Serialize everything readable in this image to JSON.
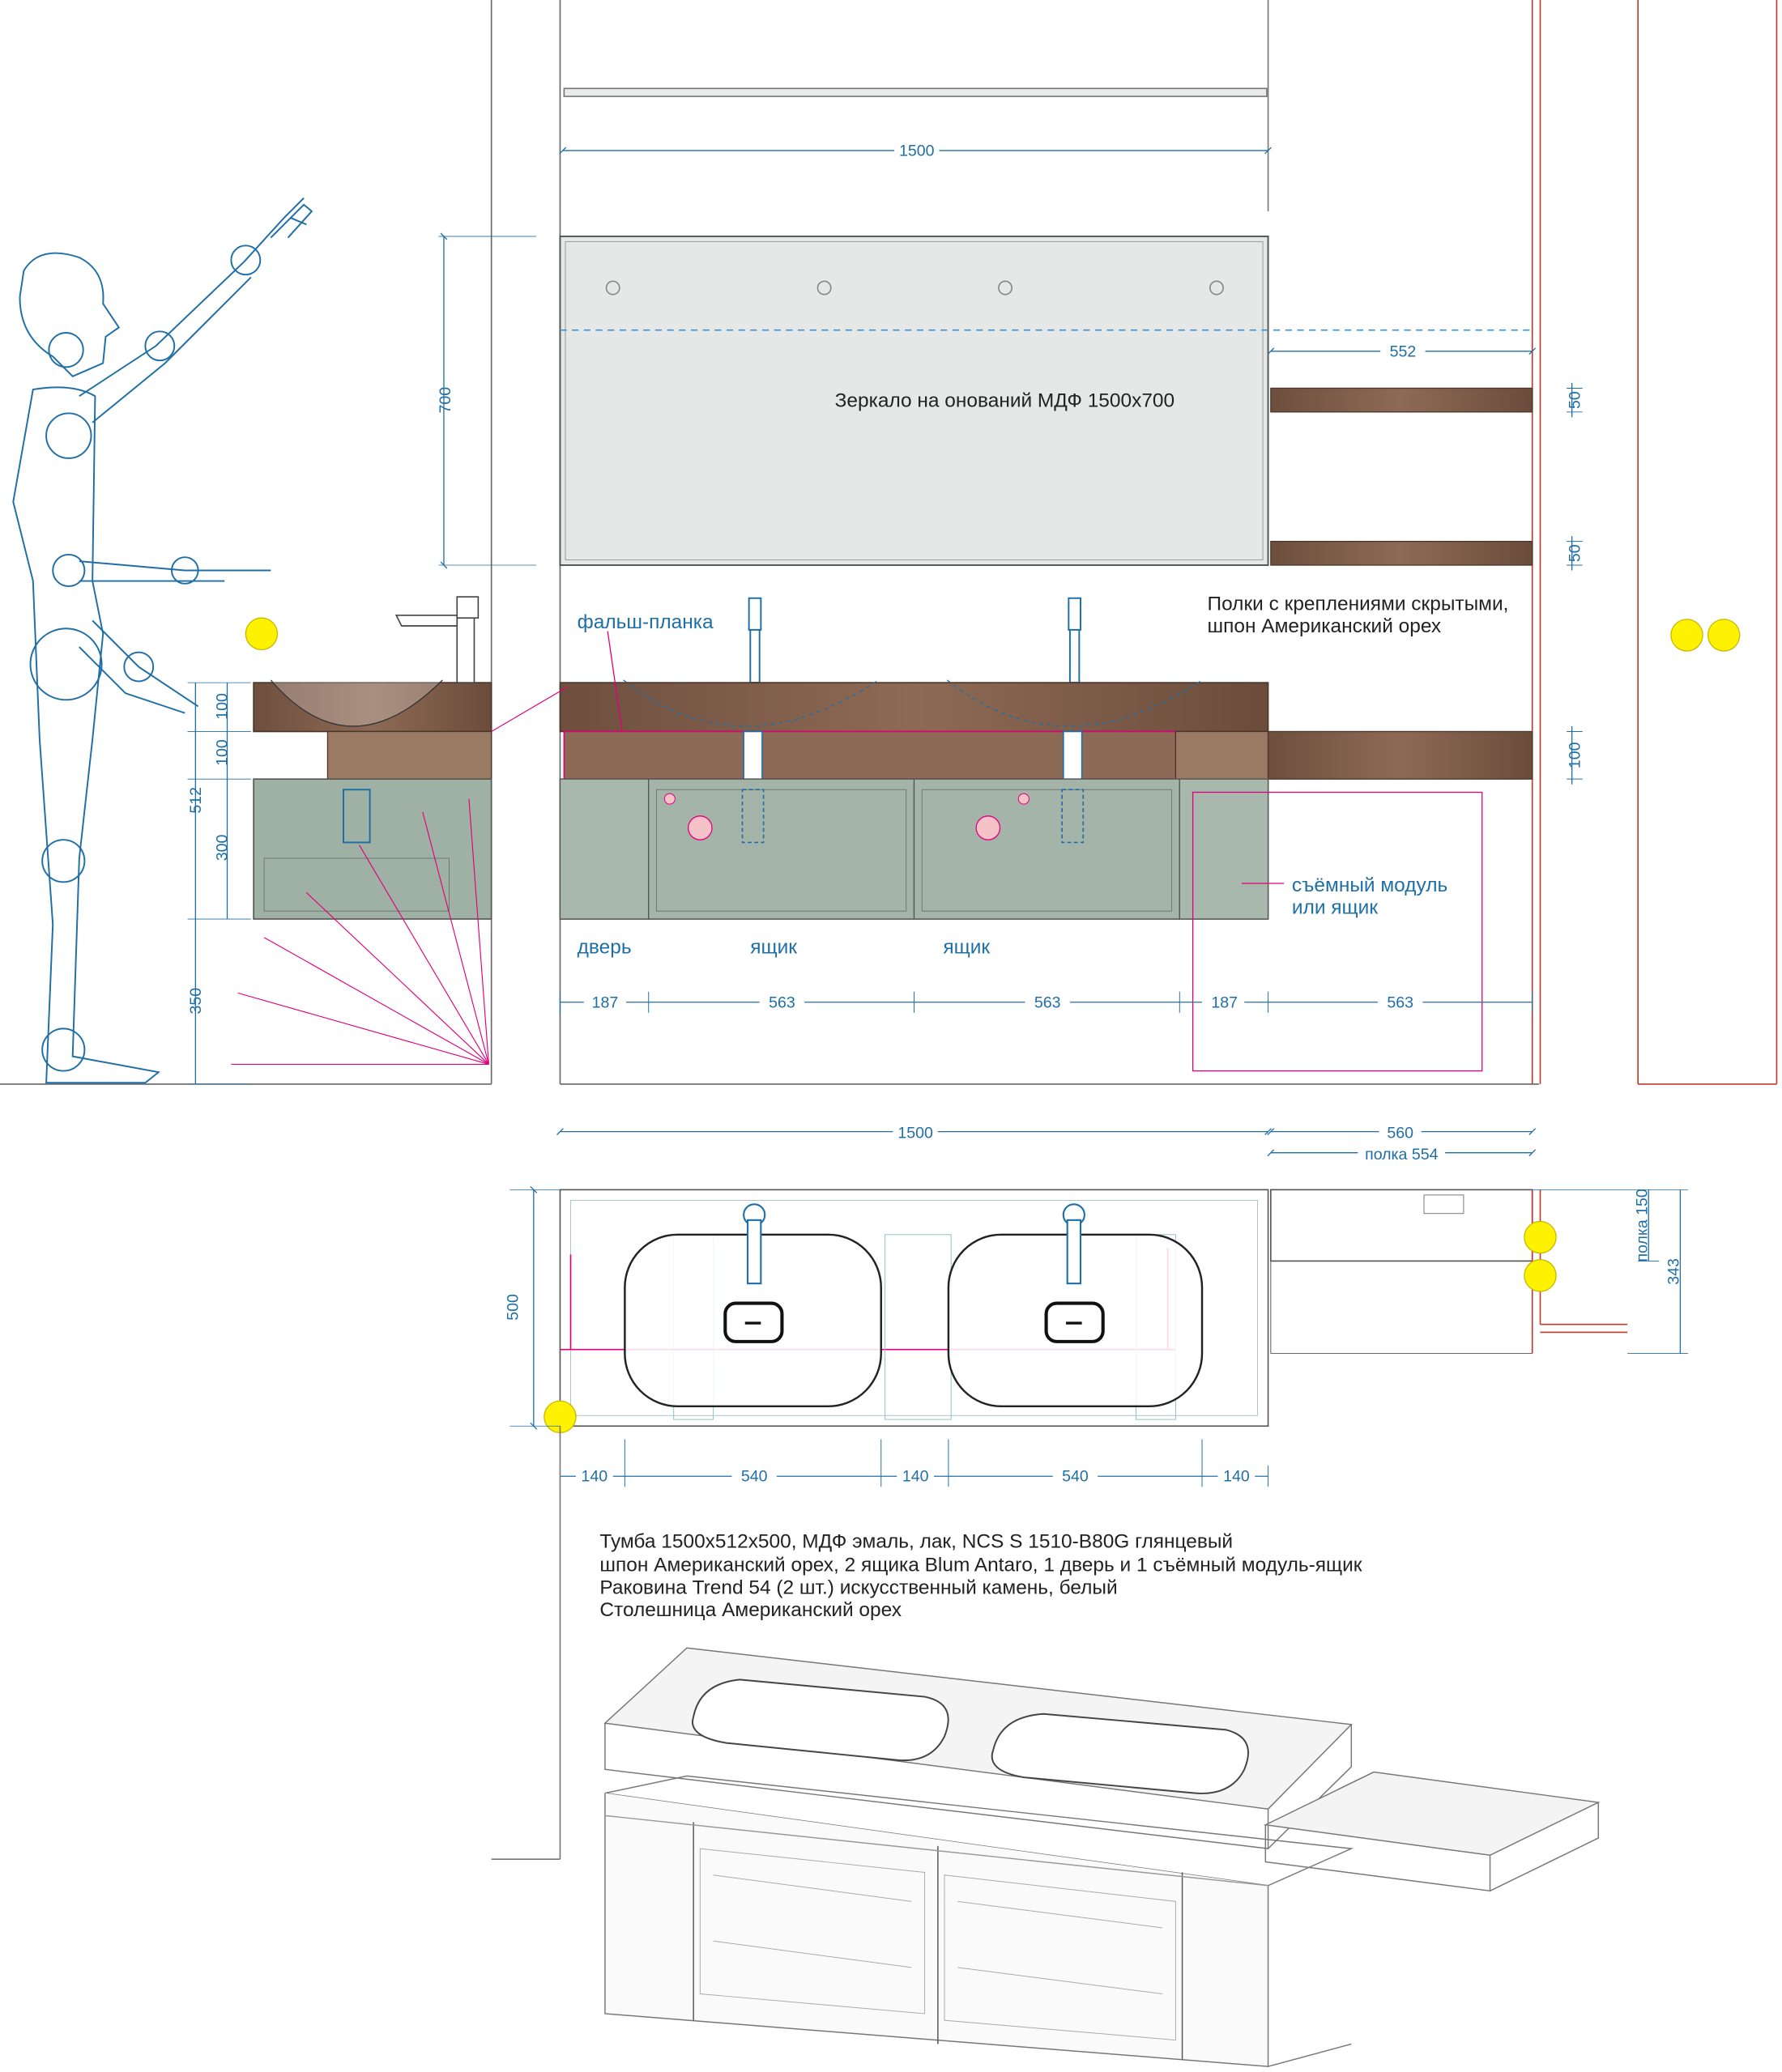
{
  "colors": {
    "dimension": "#1f6fa6",
    "walnut": "#7a5a48",
    "walnut_light": "#9b7a63",
    "cabinet_green": "#9fb0a4",
    "mirror": "#e6e8e8",
    "marker_red": "#e2007a",
    "marker_yellow": "#fff200",
    "outline": "#555555"
  },
  "labels": {
    "mirror": "Зеркало на онований МДФ 1500х700",
    "shelves": [
      "Полки с креплениями скрытыми,",
      "шпон Американский орех"
    ],
    "false_panel": "фальш-планка",
    "removable": [
      "съёмный модуль",
      "или ящик"
    ],
    "door": "дверь",
    "drawer1": "ящик",
    "drawer2": "ящик"
  },
  "dims_top": {
    "mirror_width": "1500",
    "shelf_length": "552",
    "mirror_height": "700",
    "shelf_thk_1": "50",
    "shelf_thk_2": "50",
    "bottom_shelf": "100",
    "side_100a": "100",
    "side_100b": "100",
    "side_512": "512",
    "side_300": "300",
    "side_350": "350",
    "widths": [
      "187",
      "563",
      "563",
      "187",
      "563"
    ]
  },
  "dims_plan": {
    "total": "1500",
    "shelf_total": "560",
    "shelf_label": "полка 554",
    "depth": "500",
    "shelf_150": "полка 150",
    "shelf_343": "343",
    "bottom": [
      "140",
      "540",
      "140",
      "540",
      "140"
    ]
  },
  "spec": [
    "Тумба 1500х512х500, МДФ эмаль, лак, NCS S 1510-B80G глянцевый",
    "шпон Американский орех, 2 ящика Blum Antaro, 1 дверь и 1 съёмный модуль-ящик",
    "Раковина Trend 54 (2 шт.) искусственный камень, белый",
    "Столешница Американский орех"
  ]
}
